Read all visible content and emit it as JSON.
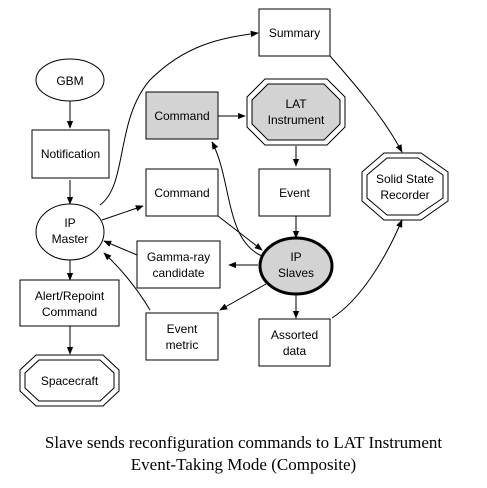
{
  "diagram": {
    "nodes": {
      "summary": "Summary",
      "gbm": "GBM",
      "command_top": "Command",
      "lat_instrument_line1": "LAT",
      "lat_instrument_line2": "Instrument",
      "notification": "Notification",
      "solid_state_line1": "Solid State",
      "solid_state_line2": "Recorder",
      "command_mid": "Command",
      "event": "Event",
      "ip_master_line1": "IP",
      "ip_master_line2": "Master",
      "gamma_line1": "Gamma-ray",
      "gamma_line2": "candidate",
      "ip_slaves_line1": "IP",
      "ip_slaves_line2": "Slaves",
      "alert_line1": "Alert/Repoint",
      "alert_line2": "Command",
      "event_metric_line1": "Event",
      "event_metric_line2": "metric",
      "assorted_line1": "Assorted",
      "assorted_line2": "data",
      "spacecraft": "Spacecraft"
    },
    "colors": {
      "shaded_fill": "#d3d3d3",
      "stroke": "#000000",
      "background": "#ffffff"
    }
  },
  "caption": {
    "line1": "Slave sends reconfiguration commands to LAT Instrument",
    "line2": "Event-Taking Mode (Composite)"
  }
}
